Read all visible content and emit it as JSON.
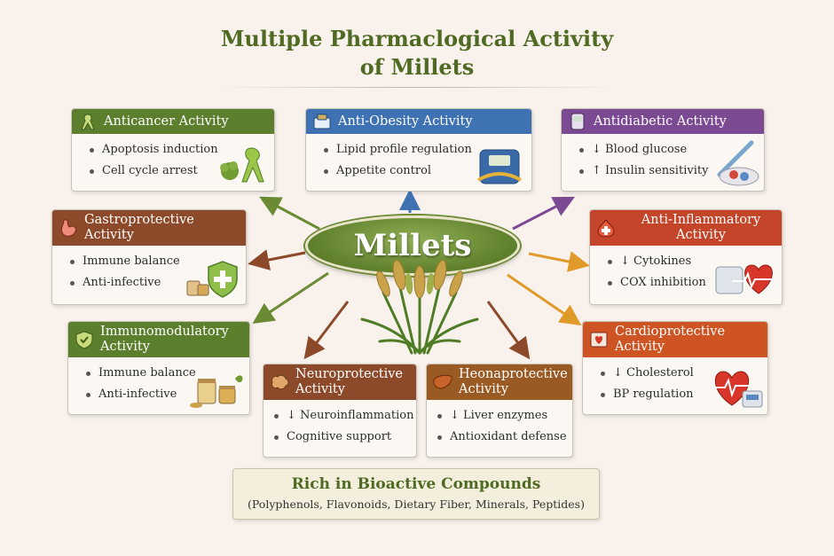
{
  "title_line1": "Multiple Pharmaclogical Activity",
  "title_line2": "of Millets",
  "center_label": "Millets",
  "cards": {
    "anticancer": {
      "title": "Anticancer Activity",
      "items": [
        "Apoptosis induction",
        "Cell cycle arrest"
      ],
      "color": "#5c7f2e"
    },
    "antiobesity": {
      "title": "Anti-Obesity Activity",
      "items": [
        "Lipid profile regulation",
        "Appetite control"
      ],
      "color": "#3f72b3"
    },
    "antidiabetic": {
      "title": "Antidiabetic Activity",
      "items": [
        "↓ Blood glucose",
        "↑ Insulin sensitivity"
      ],
      "color": "#7b4a93"
    },
    "gastroprotective": {
      "title_line1": "Gastroprotective",
      "title_line2": "Activity",
      "items": [
        "Immune balance",
        "Anti-infective"
      ],
      "color": "#8c4a2a"
    },
    "antiinflammatory": {
      "title_line1": "Anti-Inflammatory",
      "title_line2": "Activity",
      "items": [
        "↓ Cytokines",
        "COX inhibition"
      ],
      "color": "#c4452a"
    },
    "immunomodulatory": {
      "title_line1": "Immunomodulatory",
      "title_line2": "Activity",
      "items": [
        "Immune balance",
        "Anti-infective"
      ],
      "color": "#5c7f2e"
    },
    "cardioprotective": {
      "title_line1": "Cardioprotective",
      "title_line2": "Activity",
      "items": [
        "↓ Cholesterol",
        "BP regulation"
      ],
      "color": "#cf5424"
    },
    "neuroprotective": {
      "title_line1": "Neuroprotective",
      "title_line2": "Activity",
      "items": [
        "↓ Neuroinflammation",
        "Cognitive support"
      ],
      "color": "#8c4a2a"
    },
    "hepatoprotective": {
      "title_line1": "Heonaprotective",
      "title_line2": "Activity",
      "items": [
        "↓ Liver enzymes",
        "Antioxidant defense"
      ],
      "color": "#9a5a24"
    }
  },
  "bottom": {
    "title": "Rich in Bioactive Compounds",
    "subtitle": "(Polyphenols, Flavonoids, Dietary Fiber, Minerals, Peptides)"
  },
  "icons": {
    "anticancer": "ribbon-icon",
    "antiobesity": "scale-icon",
    "antidiabetic": "glucometer-icon",
    "gastroprotective": "stomach-icon",
    "antiinflammatory": "medical-cross-icon",
    "immunomodulatory": "shield-icon",
    "cardioprotective": "heart-monitor-icon",
    "neuroprotective": "brain-icon",
    "hepatoprotective": "liver-icon"
  }
}
